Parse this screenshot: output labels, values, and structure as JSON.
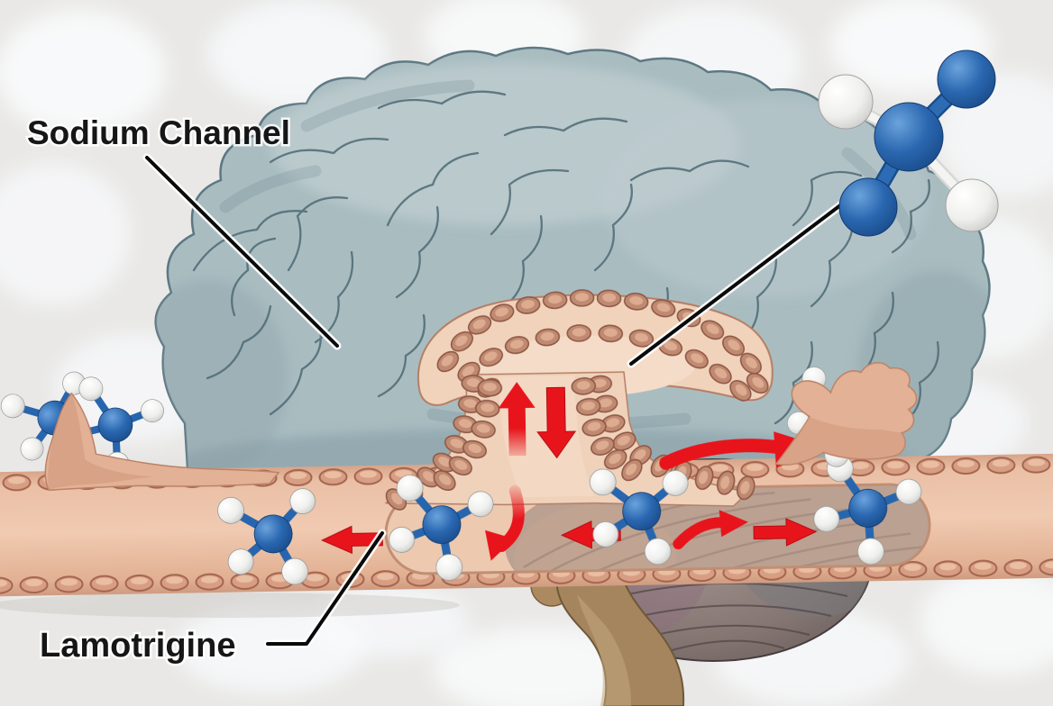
{
  "labels": {
    "sodium_channel": "Sodium Channel",
    "lamotrigine": "Lamotrigine"
  },
  "colors": {
    "background": "#e9e8e6",
    "brain": "#a9bdc1",
    "membrane_tube": "#ecc3ab",
    "channel_cells": "#c08a72",
    "molecule_blue": "#2061aa",
    "molecule_white": "#f0f0ee",
    "arrow_red": "#e8141c",
    "label_text": "#161616",
    "cerebellum": "#80716e",
    "brain_stem": "#a5855d"
  },
  "icons": [
    {
      "name": "lamotrigine-molecule-icon",
      "shape": "ball-and-stick molecule, blue core with white hydrogens"
    },
    {
      "name": "sodium-channel-icon",
      "shape": "mushroom-shaped cell-lined membrane pore"
    },
    {
      "name": "ion-flow-arrow-icon",
      "shape": "red flow arrow"
    }
  ],
  "scene": {
    "parts": [
      "background-cells",
      "brain",
      "cerebellum",
      "brain-stem",
      "axon-membrane-tube",
      "membrane-chamber",
      "sodium-channel-structure",
      "lamotrigine-molecules",
      "ion-flow-arrows",
      "astrocyte-left",
      "astrocyte-right",
      "zoomed-lamotrigine-molecule"
    ]
  }
}
